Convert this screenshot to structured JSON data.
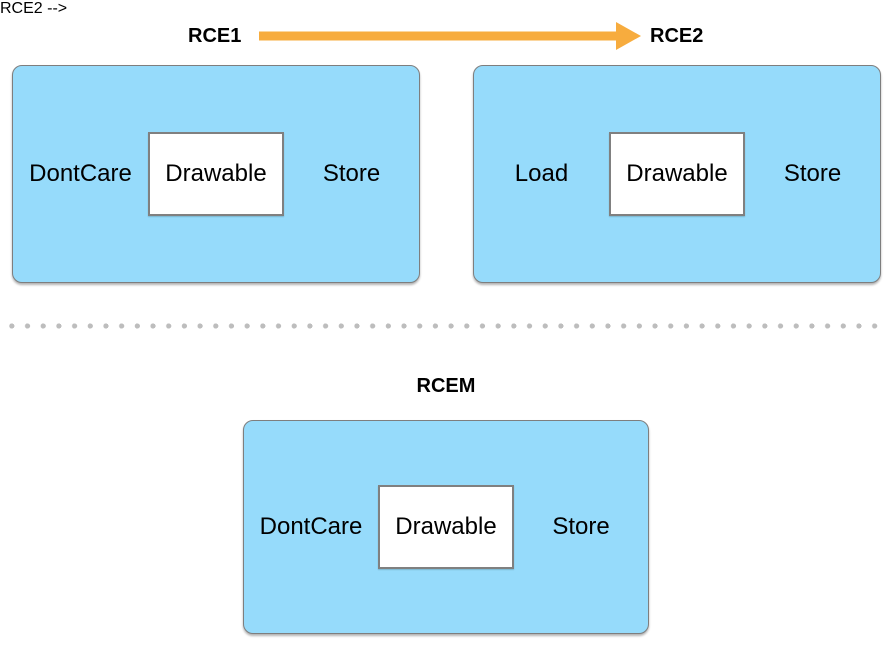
{
  "colors": {
    "box_fill": "#96dbfb",
    "box_border": "#7e7e7e",
    "inner_fill": "#ffffff",
    "inner_border": "#808080",
    "arrow": "#f7ac3e",
    "dots": "#bdbdbd",
    "text": "#000000"
  },
  "top_row": {
    "left_title": "RCE1",
    "right_title": "RCE2",
    "left_box": {
      "load_action": "DontCare",
      "attachment": "Drawable",
      "store_action": "Store"
    },
    "right_box": {
      "load_action": "Load",
      "attachment": "Drawable",
      "store_action": "Store"
    }
  },
  "bottom_row": {
    "title": "RCEM",
    "box": {
      "load_action": "DontCare",
      "attachment": "Drawable",
      "store_action": "Store"
    }
  }
}
